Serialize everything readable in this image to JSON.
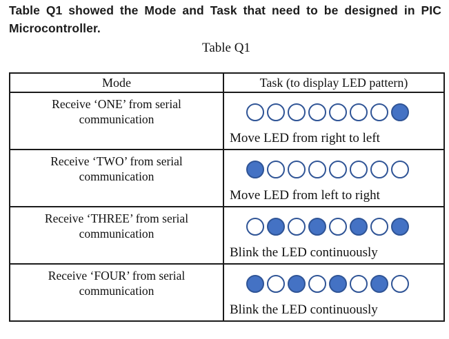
{
  "intro": {
    "text": "Table Q1 showed the Mode and Task that need to be designed in PIC Microcontroller."
  },
  "caption": "Table Q1",
  "table": {
    "headers": [
      "Mode",
      "Task (to display LED pattern)"
    ],
    "rows": [
      {
        "mode_lines": [
          "Receive ‘ONE’ from serial",
          "communication"
        ],
        "leds": [
          0,
          0,
          0,
          0,
          0,
          0,
          0,
          1
        ],
        "task": "Move LED from right to left"
      },
      {
        "mode_lines": [
          "Receive ‘TWO’ from serial",
          "communication"
        ],
        "leds": [
          1,
          0,
          0,
          0,
          0,
          0,
          0,
          0
        ],
        "task": "Move LED from left to right"
      },
      {
        "mode_lines": [
          "Receive ‘THREE’ from serial",
          "communication"
        ],
        "leds": [
          0,
          1,
          0,
          1,
          0,
          1,
          0,
          1
        ],
        "task": "Blink the LED continuously"
      },
      {
        "mode_lines": [
          "Receive ‘FOUR’ from serial",
          "communication"
        ],
        "leds": [
          1,
          0,
          1,
          0,
          1,
          0,
          1,
          0
        ],
        "task": "Blink the LED continuously"
      }
    ]
  },
  "colors": {
    "led_fill": "#4472C4",
    "led_outline": "#2F5496",
    "text": "#1c1c1c",
    "border": "#1a1a1a"
  }
}
